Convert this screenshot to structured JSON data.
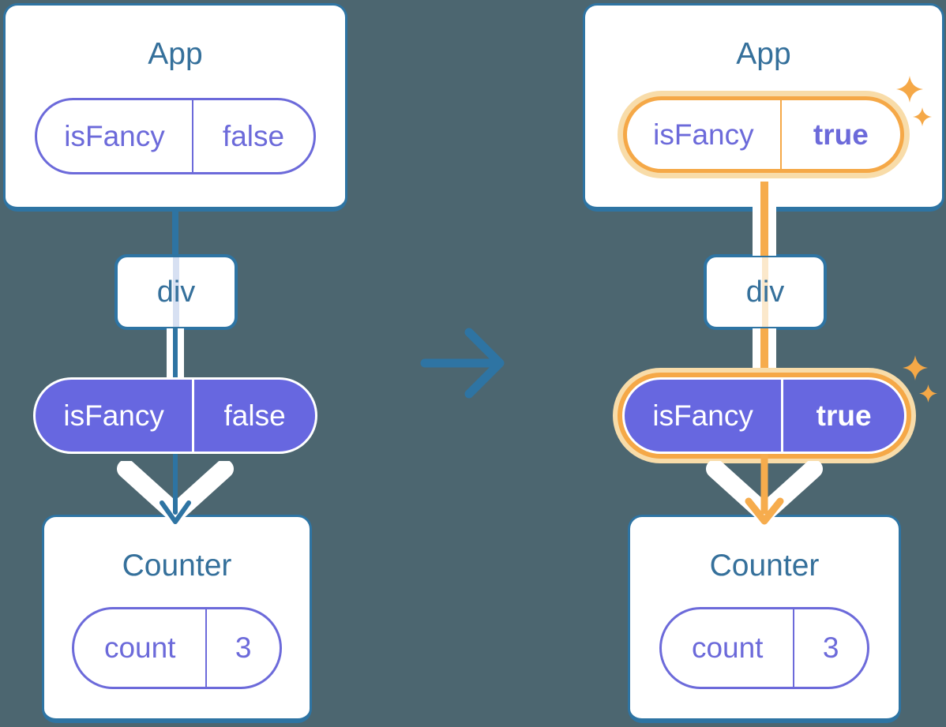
{
  "diagram": "react-props-flow-before-after",
  "colors": {
    "background": "#4C6670",
    "card_fill": "#FFFFFF",
    "card_border_blue": "#2E74A3",
    "title_text_blue": "#35709B",
    "purple_outline": "#6C6ADA",
    "purple_fill": "#6767E0",
    "highlight_orange": "#F5A847",
    "highlight_orange_arrow": "#F6AC4D",
    "highlight_peach": "#F8DCA9",
    "pale_lavender_line": "#D7E0F2",
    "pale_peach_line": "#FBE8CB",
    "flow_white": "#FFFFFF"
  },
  "icons": {
    "transition": "right-arrow-icon",
    "highlight": "sparkle-icon",
    "flow_emphasis": "chevron-down-icon"
  },
  "before": {
    "app": {
      "title": "App",
      "prop_name": "isFancy",
      "prop_value": "false"
    },
    "div": {
      "label": "div"
    },
    "prop_pill": {
      "name": "isFancy",
      "value": "false"
    },
    "counter": {
      "title": "Counter",
      "state_name": "count",
      "state_value": "3"
    }
  },
  "after": {
    "app": {
      "title": "App",
      "prop_name": "isFancy",
      "prop_value": "true"
    },
    "div": {
      "label": "div"
    },
    "prop_pill": {
      "name": "isFancy",
      "value": "true"
    },
    "counter": {
      "title": "Counter",
      "state_name": "count",
      "state_value": "3"
    }
  }
}
